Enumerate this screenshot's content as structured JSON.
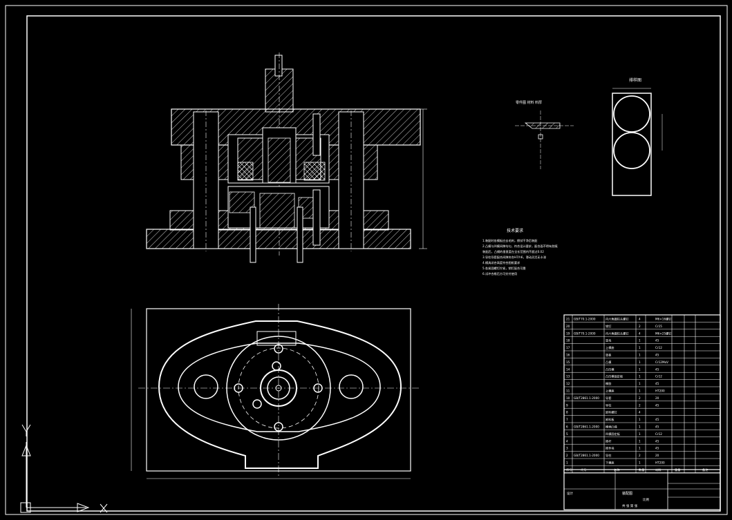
{
  "drawing": {
    "background": "#000000",
    "line_color": "#ffffff",
    "hatch_color": "#ffffff",
    "accent_yellow": "#ffff66",
    "ucs_icon": "ucs-axis-icon"
  },
  "tech_requirements": {
    "title": "技术要求",
    "lines": [
      "1.装配时各模板应去毛刺，擦拭干净后装配",
      "2.凸模与凹模间隙均匀，符合设计要求，配合面不得有划痕",
      "  装配后，凸模的垂直度在全长范围内不超过0.02",
      "3.导柱导套配合间隙符合H7/h6，滑动灵活无卡滞",
      "4.模具闭合高度符合图纸要求",
      "5.各紧固螺钉拧紧，销钉配合可靠",
      "6.试冲合格后方可交付使用"
    ]
  },
  "blank_view": {
    "title": "排样图"
  },
  "part_view": {
    "title": "零件图 材料 料厚"
  },
  "bom": {
    "rows": [
      {
        "no": "21",
        "code": "GB/T70.1-2000",
        "name": "内六角圆柱头螺钉",
        "qty": "4",
        "mat": "M6×16螺钉"
      },
      {
        "no": "20",
        "code": "",
        "name": "销钉",
        "qty": "2",
        "mat": "Cr15"
      },
      {
        "no": "19",
        "code": "GB/T70.1-2000",
        "name": "内六角圆柱头螺钉",
        "qty": "4",
        "mat": "M6×25螺钉"
      },
      {
        "no": "18",
        "code": "",
        "name": "垫块",
        "qty": "1",
        "mat": "45"
      },
      {
        "no": "17",
        "code": "",
        "name": "上模座",
        "qty": "1",
        "mat": "Cr12"
      },
      {
        "no": "16",
        "code": "",
        "name": "垫板",
        "qty": "1",
        "mat": "45"
      },
      {
        "no": "15",
        "code": "",
        "name": "凸模",
        "qty": "1",
        "mat": "Cr12MoV"
      },
      {
        "no": "14",
        "code": "",
        "name": "凸凹模",
        "qty": "1",
        "mat": "45"
      },
      {
        "no": "13",
        "code": "",
        "name": "凸凹模固定板",
        "qty": "1",
        "mat": "Cr12"
      },
      {
        "no": "12",
        "code": "",
        "name": "橡胶",
        "qty": "1",
        "mat": "45"
      },
      {
        "no": "11",
        "code": "",
        "name": "上模座",
        "qty": "1",
        "mat": "HT200"
      },
      {
        "no": "10",
        "code": "GB/T2861.1-2000",
        "name": "导套",
        "qty": "2",
        "mat": "20"
      },
      {
        "no": "9",
        "code": "",
        "name": "导柱",
        "qty": "2",
        "mat": "45"
      },
      {
        "no": "8",
        "code": "",
        "name": "卸料螺钉",
        "qty": "4",
        "mat": ""
      },
      {
        "no": "7",
        "code": "",
        "name": "卸料板",
        "qty": "1",
        "mat": "45"
      },
      {
        "no": "6",
        "code": "GB/T2861.1-2000",
        "name": "模柄凸缘",
        "qty": "1",
        "mat": "45"
      },
      {
        "no": "5",
        "code": "",
        "name": "凹模固定板",
        "qty": "1",
        "mat": "Cr12"
      },
      {
        "no": "4",
        "code": "",
        "name": "推杆",
        "qty": "1",
        "mat": "45"
      },
      {
        "no": "3",
        "code": "",
        "name": "推件块",
        "qty": "1",
        "mat": "45"
      },
      {
        "no": "2",
        "code": "GB/T2861.1-2000",
        "name": "导柱",
        "qty": "2",
        "mat": "20"
      },
      {
        "no": "1",
        "code": "",
        "name": "下模座",
        "qty": "1",
        "mat": "HT200"
      }
    ],
    "header": {
      "no": "序号",
      "code": "代号",
      "name": "名称",
      "qty": "数量",
      "mat": "材料",
      "weight": "重量",
      "note": "备注"
    }
  },
  "title_block": {
    "design": "设计",
    "scale_label": "比例",
    "sheet_label": "共 张 第 张",
    "drawing_name": "装配图"
  }
}
